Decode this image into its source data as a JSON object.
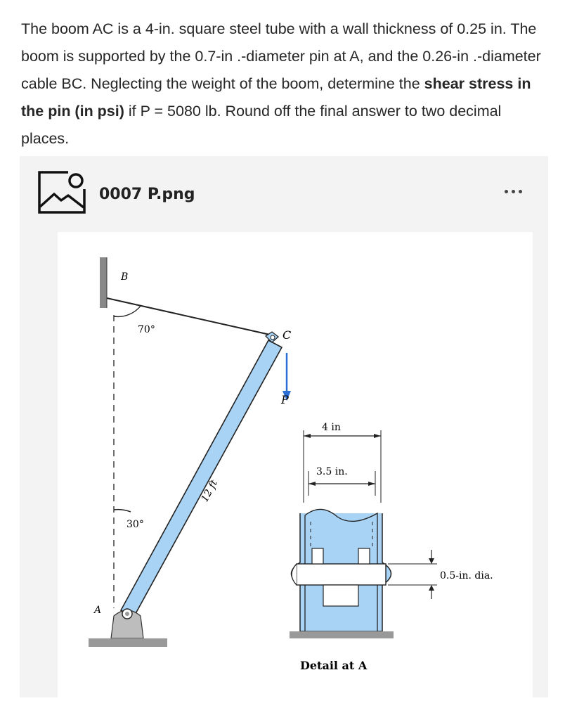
{
  "question": {
    "part1": "The boom AC is a 4-in. square steel tube with a wall thickness of 0.25 in. The boom is supported by the  0.7-in .-diameter pin at A, and the 0.26-in .-diameter cable BC.  Neglecting  the weight of the boom, determine  the ",
    "bold": "shear stress in the pin (in psi)",
    "part2": " if P = 5080 lb. Round off the final answer to two decimal places."
  },
  "attachment": {
    "file_name": "0007 P.png",
    "file_icon": "image-file-icon",
    "menu_icon": "more-options-icon"
  },
  "figure": {
    "label_B": "B",
    "label_C": "C",
    "label_A": "A",
    "label_P": "P",
    "angle_top": "70°",
    "angle_bottom": "30°",
    "length": "12 ft",
    "dim_outer": "4 in",
    "dim_inner": "3.5 in.",
    "pin_dia": "0.5-in. dia.",
    "detail_caption": "Detail at A"
  }
}
